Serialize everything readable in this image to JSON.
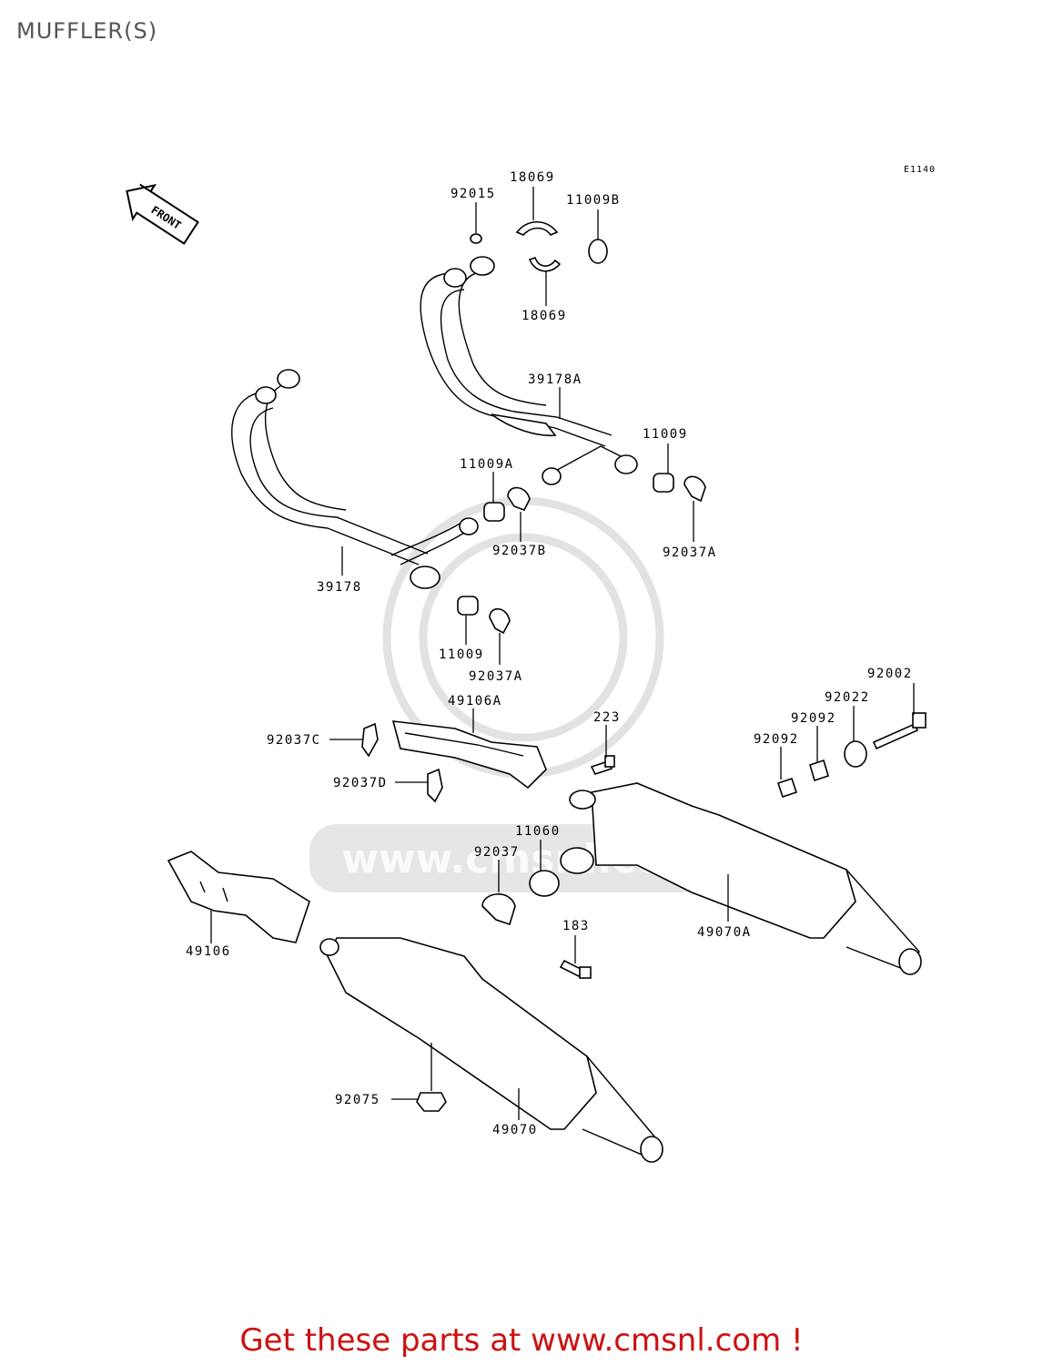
{
  "page": {
    "title": "MUFFLER(S)"
  },
  "diagram": {
    "figure_code": "E1140",
    "front_marker": "FRONT",
    "watermark_text": "www.cmsnl.com",
    "part_labels": {
      "p_92015": "92015",
      "p_18069_top": "18069",
      "p_11009B": "11009B",
      "p_18069_bot": "18069",
      "p_39178A": "39178A",
      "p_11009_right": "11009",
      "p_11009A": "11009A",
      "p_92037B": "92037B",
      "p_92037A_right": "92037A",
      "p_39178": "39178",
      "p_11009_left": "11009",
      "p_92037A_left": "92037A",
      "p_49106A": "49106A",
      "p_223": "223",
      "p_92037C": "92037C",
      "p_92037D": "92037D",
      "p_92002": "92002",
      "p_92022": "92022",
      "p_92092_a": "92092",
      "p_92092_b": "92092",
      "p_11060": "11060",
      "p_92037": "92037",
      "p_183": "183",
      "p_49070A": "49070A",
      "p_49106": "49106",
      "p_92075": "92075",
      "p_49070": "49070"
    }
  },
  "footer": {
    "promo_text": "Get these parts at www.cmsnl.com !"
  }
}
